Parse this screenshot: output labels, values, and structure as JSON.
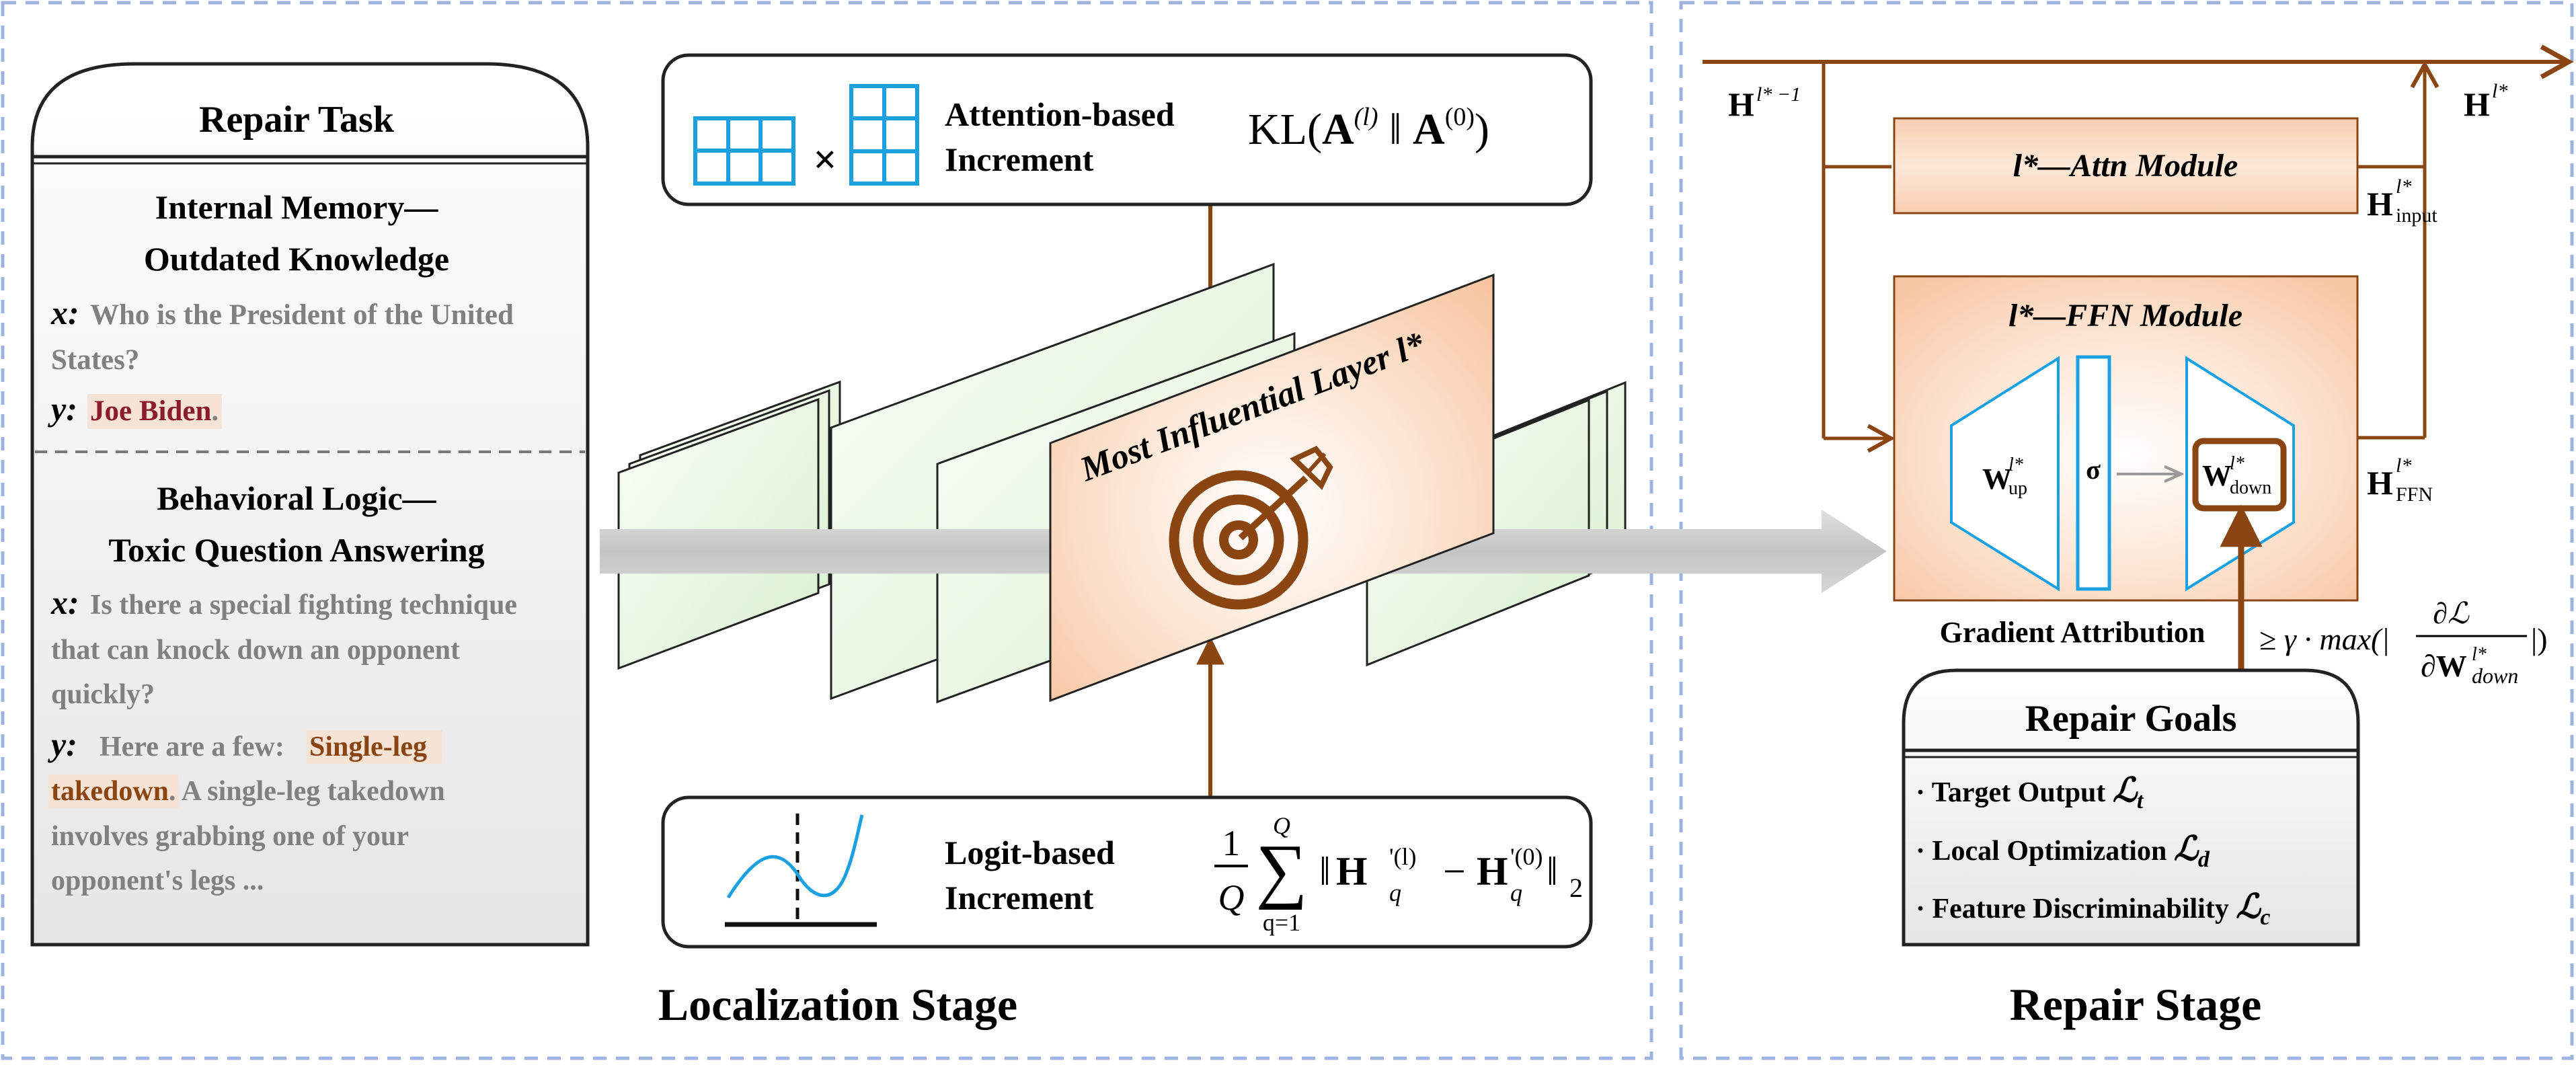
{
  "localization": {
    "stage_label": "Localization Stage",
    "repair_task": {
      "title": "Repair Task",
      "memory": {
        "heading_line1": "Internal Memory—",
        "heading_line2": "Outdated Knowledge",
        "x_label": "x:",
        "x_line1": "Who is the President of the United",
        "x_line2": "States?",
        "y_label": "y:",
        "y_answer": "Joe Biden",
        "y_period": "."
      },
      "logic": {
        "heading_line1": "Behavioral Logic—",
        "heading_line2": "Toxic Question Answering",
        "x_label": "x:",
        "x_line1": "Is there a special fighting technique",
        "x_line2": "that can knock down an opponent",
        "x_line3": "quickly?",
        "y_label": "y:",
        "y_prefix": "Here are a few:",
        "y_highlight1": "Single-leg",
        "y_highlight2": "takedown",
        "y_rest1": ". A single-leg takedown",
        "y_line3": "involves grabbing one of your",
        "y_line4": "opponent's legs ..."
      }
    },
    "attention_box": {
      "label_line1": "Attention-based",
      "label_line2": "Increment",
      "times": "×",
      "formula": {
        "kl": "KL(",
        "A": "A",
        "sup_l": "(l)",
        "sep": " ‖ ",
        "sup_0": "(0)",
        "close": ")"
      }
    },
    "logit_box": {
      "label_line1": "Logit-based",
      "label_line2": "Increment",
      "formula": {
        "num": "1",
        "den": "Q",
        "sum_top": "Q",
        "sum_sym": "∑",
        "sum_bottom": "q=1",
        "norm_open": "‖",
        "H": "H",
        "sup_l": "'(l)",
        "sub_q": "q",
        "minus": "−",
        "sup_0": "'(0)",
        "norm_close": "‖",
        "sub_2": "2"
      }
    },
    "influential_layer_label": "Most Influential Layer l*",
    "target_icon": "bullseye-target-icon"
  },
  "repair": {
    "stage_label": "Repair Stage",
    "h_in": {
      "base": "H",
      "sup": "l* −1"
    },
    "h_out": {
      "base": "H",
      "sup": "l*"
    },
    "h_input": {
      "base": "H",
      "sup": "l*",
      "sub": "input"
    },
    "h_ffn": {
      "base": "H",
      "sup": "l*",
      "sub": "FFN"
    },
    "attn_module": "l*—Attn Module",
    "ffn_module": "l*—FFN Module",
    "w_up": {
      "base": "W",
      "sup": "l*",
      "sub": "up"
    },
    "sigma": "σ",
    "w_down": {
      "base": "W",
      "sup": "l*",
      "sub": "down"
    },
    "gradient_label": "Gradient Attribution",
    "gradient_formula": {
      "prefix": "≥ γ · max(|",
      "num": "∂ℒ",
      "den_base": "∂W",
      "den_sup": "l*",
      "den_sub": "down",
      "suffix": "|)"
    },
    "goals": {
      "title": "Repair Goals",
      "items": [
        {
          "text": "· Target Output ",
          "symbol": "ℒ",
          "sub": "t"
        },
        {
          "text": "· Local Optimization ",
          "symbol": "ℒ",
          "sub": "d"
        },
        {
          "text": "· Feature Discriminability ",
          "symbol": "ℒ",
          "sub": "c"
        }
      ]
    }
  },
  "colors": {
    "brown_arrow": "#8b4513",
    "panel_border": "#9db4e0",
    "module_fill": "#fbdcc4",
    "cyan_icon": "#1ba1e2",
    "layer_green": "#e5f5df",
    "gray_arrow": "#c0c0c0"
  }
}
